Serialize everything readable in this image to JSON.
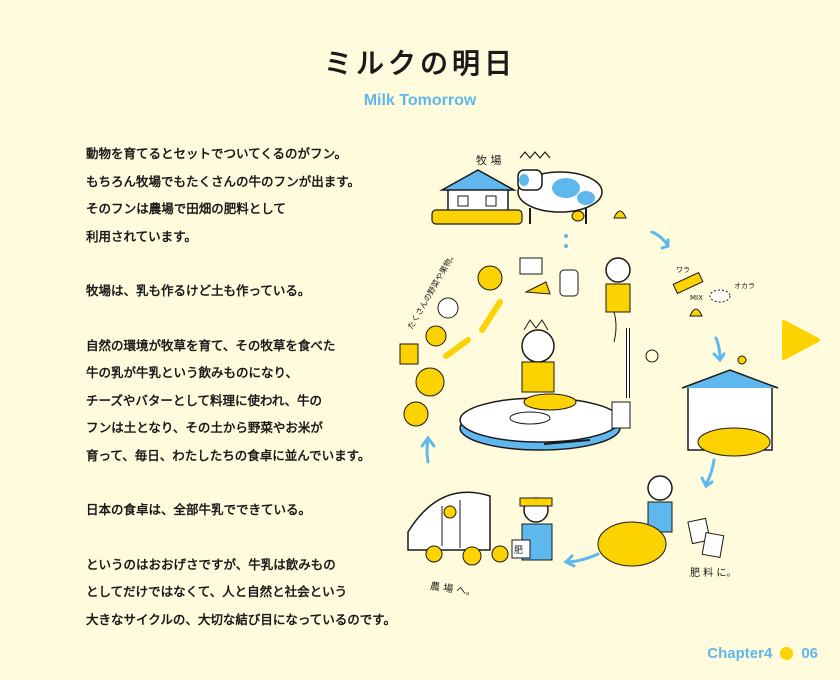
{
  "page": {
    "title": "ミルクの明日",
    "subtitle": "Milk Tomorrow"
  },
  "body": {
    "paragraphs": [
      [
        "動物を育てるとセットでついてくるのがフン。",
        "もちろん牧場でもたくさんの牛のフンが出ます。",
        "そのフンは農場で田畑の肥料として",
        "利用されています。"
      ],
      [
        "牧場は、乳も作るけど土も作っている。"
      ],
      [
        "自然の環境が牧草を育て、その牧草を食べた",
        "牛の乳が牛乳という飲みものになり、",
        "チーズやバターとして料理に使われ、牛の",
        "フンは土となり、その土から野菜やお米が",
        "育って、毎日、わたしたちの食卓に並んでいます。"
      ],
      [
        "日本の食卓は、全部牛乳でできている。"
      ],
      [
        "というのはおおげさですが、牛乳は飲みもの",
        "としてだけではなくて、人と自然と社会という",
        "大きなサイクルの、大切な結び目になっているのです。"
      ]
    ]
  },
  "illustration": {
    "labels": {
      "farm": "牧 場",
      "vegetables": "たくさんの野菜や果物。",
      "fertilizer": "肥 料 に。",
      "to_field": "農 場 へ。",
      "bag": "肥",
      "straw": "ワラ",
      "mix": "MIX",
      "okara": "オカラ"
    },
    "colors": {
      "yellow": "#fcd200",
      "blue": "#5eb8ee",
      "ink": "#1a1a1a"
    }
  },
  "nav": {
    "next_icon": "play-triangle-icon"
  },
  "footer": {
    "chapter": "Chapter4",
    "page": "06"
  }
}
